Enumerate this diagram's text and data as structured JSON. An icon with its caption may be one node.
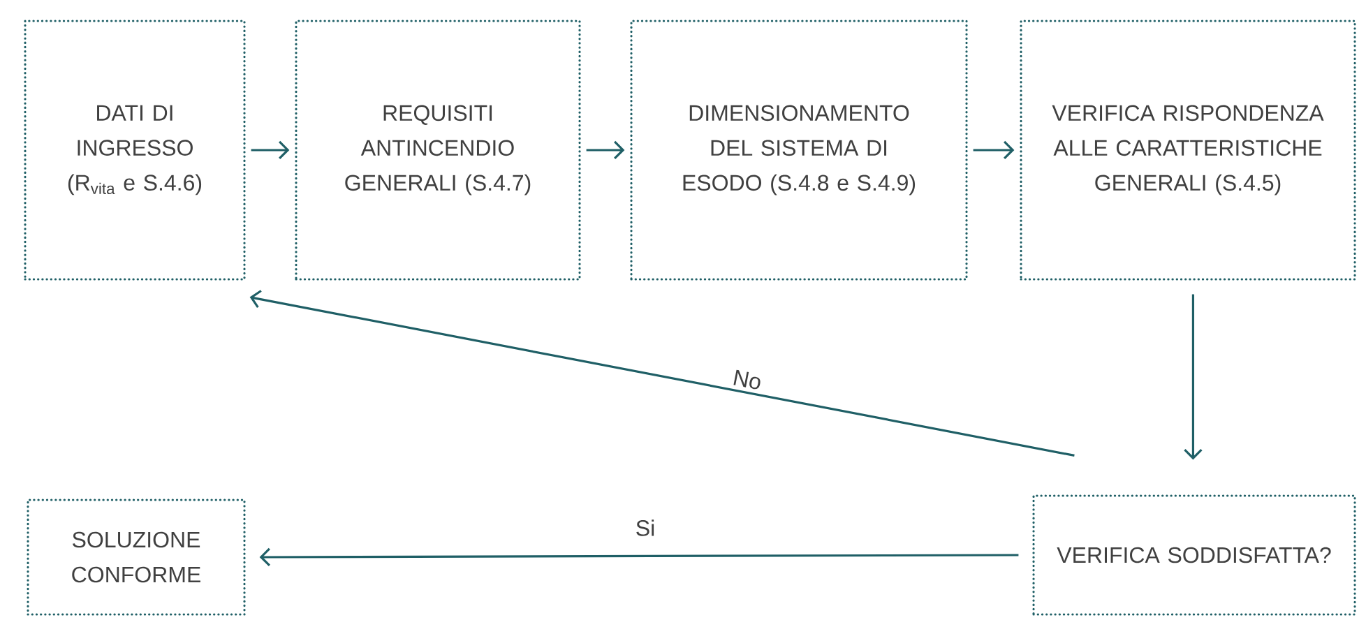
{
  "diagram": {
    "nodes": [
      {
        "text": [
          "DATI DI INGRESSO (R$_{vita}$ e S.4.6)"
        ]
      },
      {
        "text": [
          "REQUISITI ANTINCENDIO GENERALI (S.4.7)"
        ]
      },
      {
        "text": [
          "DIMENSIONAMENTO DEL SISTEMA DI ESODO (S.4.8 e S.4.9)"
        ]
      },
      {
        "text": [
          "VERIFICA RISPONDENZA ALLE CARATTERISTICHE GENERALI (S.4.5)"
        ]
      },
      {
        "text": [
          "VERIFICA SODDISFATTA?"
        ]
      },
      {
        "text": [
          "SOLUZIONE CONFORME"
        ]
      }
    ],
    "edges": [
      {
        "from": 0,
        "to": 1,
        "arrow": "to"
      },
      {
        "from": 1,
        "to": 2,
        "arrow": "to"
      },
      {
        "from": 2,
        "to": 3,
        "arrow": "to"
      },
      {
        "from": 3,
        "to": 4,
        "arrow": "to"
      },
      {
        "from": 4,
        "to": 0,
        "arrow": "to",
        "label": "No"
      },
      {
        "from": 4,
        "to": 5,
        "arrow": "to",
        "label": "Si"
      }
    ]
  }
}
